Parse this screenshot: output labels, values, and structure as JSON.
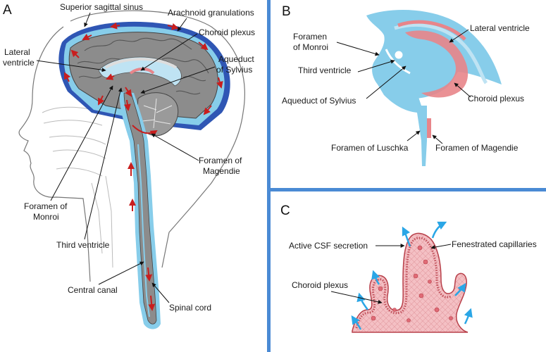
{
  "panels": {
    "a": {
      "letter": "A",
      "labels": {
        "superior_sagittal_sinus": "Superior sagittal sinus",
        "arachnoid_granulations": "Arachnoid granulations",
        "choroid_plexus": "Choroid plexus",
        "lateral_ventricle_1": "Lateral",
        "lateral_ventricle_2": "ventricle",
        "aqueduct_1": "Aqueduct",
        "aqueduct_2": "of Sylvius",
        "magendie_1": "Foramen of",
        "magendie_2": "Magendie",
        "monroi_1": "Foramen of",
        "monroi_2": "Monroi",
        "third_ventricle": "Third ventricle",
        "central_canal": "Central canal",
        "spinal_cord": "Spinal cord"
      }
    },
    "b": {
      "letter": "B",
      "labels": {
        "monroi_1": "Foramen",
        "monroi_2": "of Monroi",
        "lateral_ventricle": "Lateral ventricle",
        "third_ventricle": "Third ventricle",
        "aqueduct": "Aqueduct of Sylvius",
        "choroid_plexus": "Choroid plexus",
        "luschka": "Foramen of Luschka",
        "magendie": "Foramen of Magendie"
      }
    },
    "c": {
      "letter": "C",
      "labels": {
        "active_csf": "Active CSF secretion",
        "fenestrated": "Fenestrated capillaries",
        "choroid_plexus": "Choroid plexus"
      }
    }
  },
  "colors": {
    "csf_blue": "#87cdea",
    "dark_blue": "#2f56b4",
    "brain_gray": "#8c8c8c",
    "plexus_pink": "#e8858a",
    "flow_red": "#c81e1e",
    "divider_blue": "#4a8ad4",
    "arrow_blue": "#2aa6e6"
  }
}
